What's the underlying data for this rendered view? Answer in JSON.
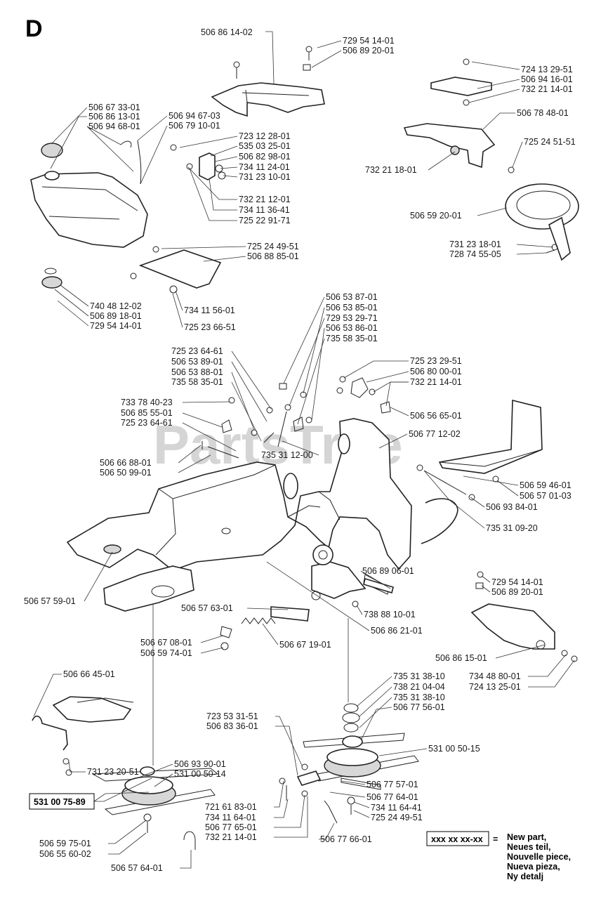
{
  "section_letter": "D",
  "watermark": "PartsTree",
  "kit_label": "531 00 75-89",
  "legend": {
    "sample": "xxx xx xx-xx",
    "equals": "=",
    "lines": [
      "New part,",
      "Neues teil,",
      "Nouvelle piece,",
      "Nueva pieza,",
      "Ny detalj"
    ]
  },
  "labels": [
    "506 86 14-02",
    "729 54 14-01",
    "506 89 20-01",
    "724 13 29-51",
    "506 94 16-01",
    "732 21 14-01",
    "506 78 48-01",
    "725 24 51-51",
    "732 21 18-01",
    "506 59 20-01",
    "731 23 18-01",
    "728 74 55-05",
    "506 67 33-01",
    "506 86 13-01",
    "506 94 68-01",
    "506 94 67-03",
    "506 79 10-01",
    "723 12 28-01",
    "535 03 25-01",
    "506 82 98-01",
    "734 11 24-01",
    "731 23 10-01",
    "732 21 12-01",
    "734 11 36-41",
    "725 22 91-71",
    "725 24 49-51",
    "506 88 85-01",
    "740 48 12-02",
    "506 89 18-01",
    "729 54 14-01",
    "734 11 56-01",
    "725 23 66-51",
    "506 53 87-01",
    "506 53 85-01",
    "729 53 29-71",
    "506 53 86-01",
    "735 58 35-01",
    "725 23 64-61",
    "506 53 89-01",
    "506 53 88-01",
    "735 58 35-01",
    "725 23 29-51",
    "506 80 00-01",
    "732 21 14-01",
    "506 56 65-01",
    "733 78 40-23",
    "506 85 55-01",
    "725 23 64-61",
    "506 77 12-02",
    "735 31 12-00",
    "506 66 88-01",
    "506 50 99-01",
    "506 59 46-01",
    "506 57 01-03",
    "506 93 84-01",
    "735 31 09-20",
    "506 89 06-01",
    "729 54 14-01",
    "506 89 20-01",
    "506 57 59-01",
    "506 57 63-01",
    "738 88 10-01",
    "506 86 21-01",
    "506 67 08-01",
    "506 59 74-01",
    "506 67 19-01",
    "506 86 15-01",
    "734 48 80-01",
    "724 13 25-01",
    "506 66 45-01",
    "735 31 38-10",
    "738 21 04-04",
    "735 31 38-10",
    "506 77 56-01",
    "723 53 31-51",
    "506 83 36-01",
    "531 00 50-15",
    "731 23 20-51",
    "506 93 90-01",
    "531 00 50-14",
    "506 77 57-01",
    "506 77 64-01",
    "734 11 64-41",
    "725 24 49-51",
    "721 61 83-01",
    "734 11 64-01",
    "506 77 65-01",
    "732 21 14-01",
    "506 59 75-01",
    "506 55 60-02",
    "506 77 66-01",
    "506 57 64-01"
  ]
}
